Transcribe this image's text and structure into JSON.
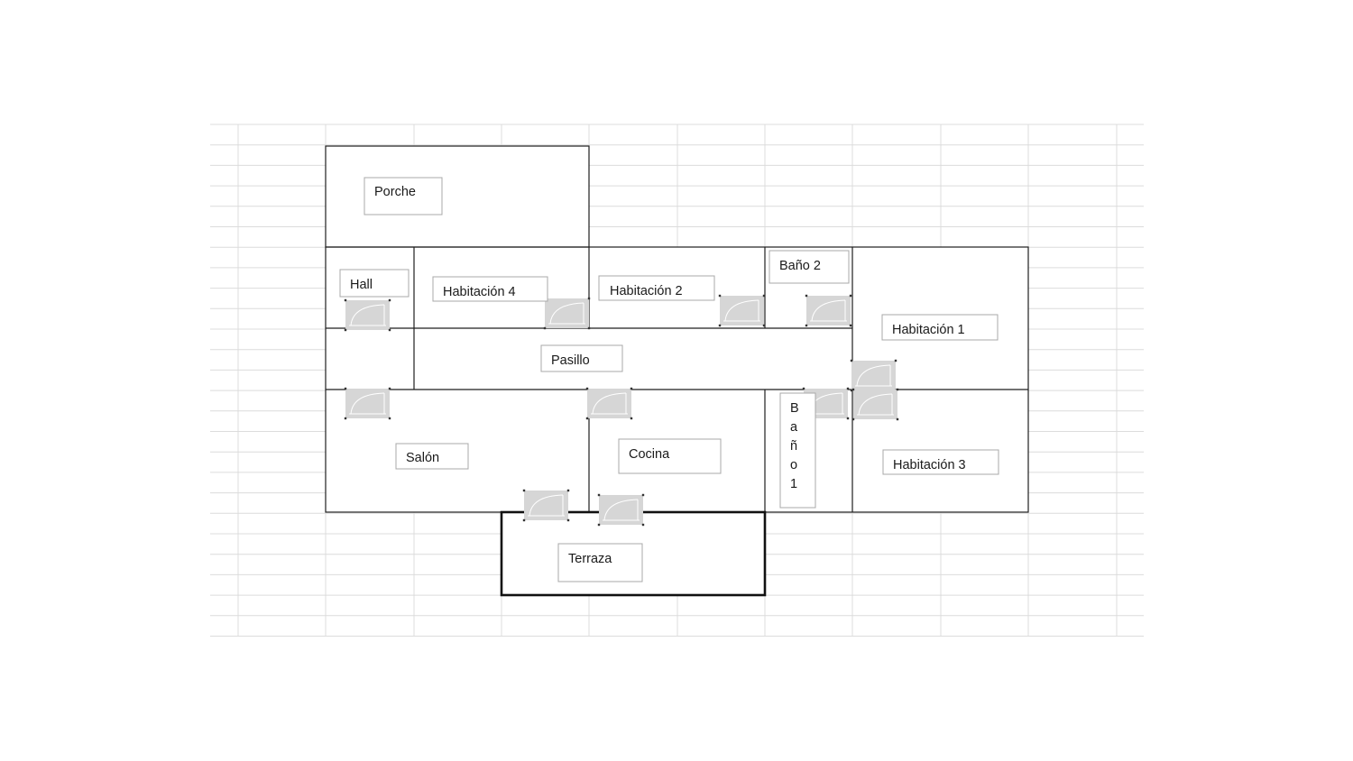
{
  "rooms": {
    "porche": "Porche",
    "hall": "Hall",
    "habitacion4": "Habitación 4",
    "habitacion2": "Habitación 2",
    "bano2": "Baño 2",
    "habitacion1": "Habitación 1",
    "pasillo": "Pasillo",
    "salon": "Salón",
    "cocina": "Cocina",
    "bano1": [
      "B",
      "a",
      "ñ",
      "o",
      "1"
    ],
    "habitacion3": "Habitación 3",
    "terraza": "Terraza"
  },
  "colors": {
    "walls": "#1f1f1f",
    "grid": "#dcdcdc",
    "door": "#d6d6d6"
  }
}
